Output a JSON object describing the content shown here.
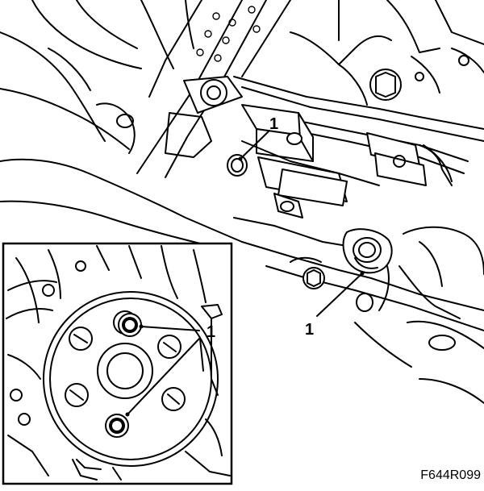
{
  "callouts": {
    "main_top": "1",
    "main_bottom": "1",
    "inset": "1"
  },
  "figure_code": "F644R099"
}
